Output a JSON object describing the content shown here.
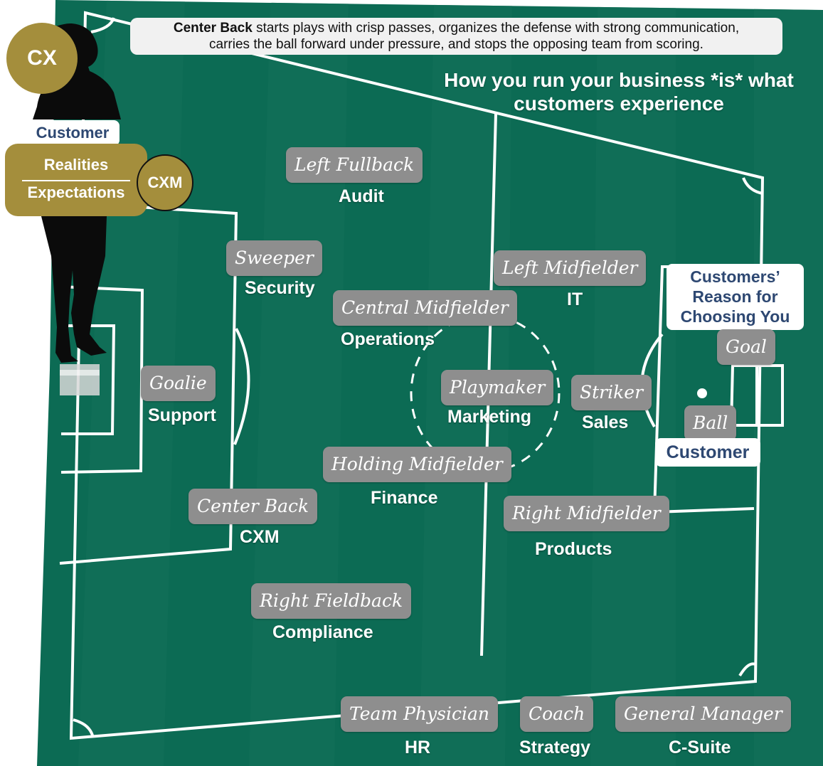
{
  "caption": {
    "bold": "Center Back",
    "line1_rest": "starts plays with crisp passes, organizes the defense with strong communication,",
    "line2": "carries the ball forward under pressure, and stops the opposing team from scoring."
  },
  "headline": {
    "line1": "How you run your business *is* what",
    "line2": "customers experience"
  },
  "left_panel": {
    "cx": "CX",
    "customer": "Customer",
    "realities": "Realities",
    "expectations": "Expectations",
    "cxm": "CXM"
  },
  "positions": [
    {
      "role": "Left Fullback",
      "function": "Audit"
    },
    {
      "role": "Sweeper",
      "function": "Security"
    },
    {
      "role": "Goalie",
      "function": "Support"
    },
    {
      "role": "Central Midfielder",
      "function": "Operations"
    },
    {
      "role": "Left Midfielder",
      "function": "IT"
    },
    {
      "role": "Playmaker",
      "function": "Marketing"
    },
    {
      "role": "Striker",
      "function": "Sales"
    },
    {
      "role": "Holding Midfielder",
      "function": "Finance"
    },
    {
      "role": "Center Back",
      "function": "CXM"
    },
    {
      "role": "Right Midfielder",
      "function": "Products"
    },
    {
      "role": "Right Fieldback",
      "function": "Compliance"
    }
  ],
  "right_panel": {
    "reason_line1": "Customers’",
    "reason_line2": "Reason for",
    "reason_line3": "Choosing You",
    "goal": "Goal",
    "ball": "Ball",
    "ball_customer": "Customer"
  },
  "staff": [
    {
      "role": "Team Physician",
      "function": "HR"
    },
    {
      "role": "Coach",
      "function": "Strategy"
    },
    {
      "role": "General Manager",
      "function": "C-Suite"
    }
  ],
  "colors": {
    "pitch": "#0c6b54",
    "gold": "#a48e3c",
    "chip": "#8e8e8e",
    "tag_text": "#2e4872"
  }
}
